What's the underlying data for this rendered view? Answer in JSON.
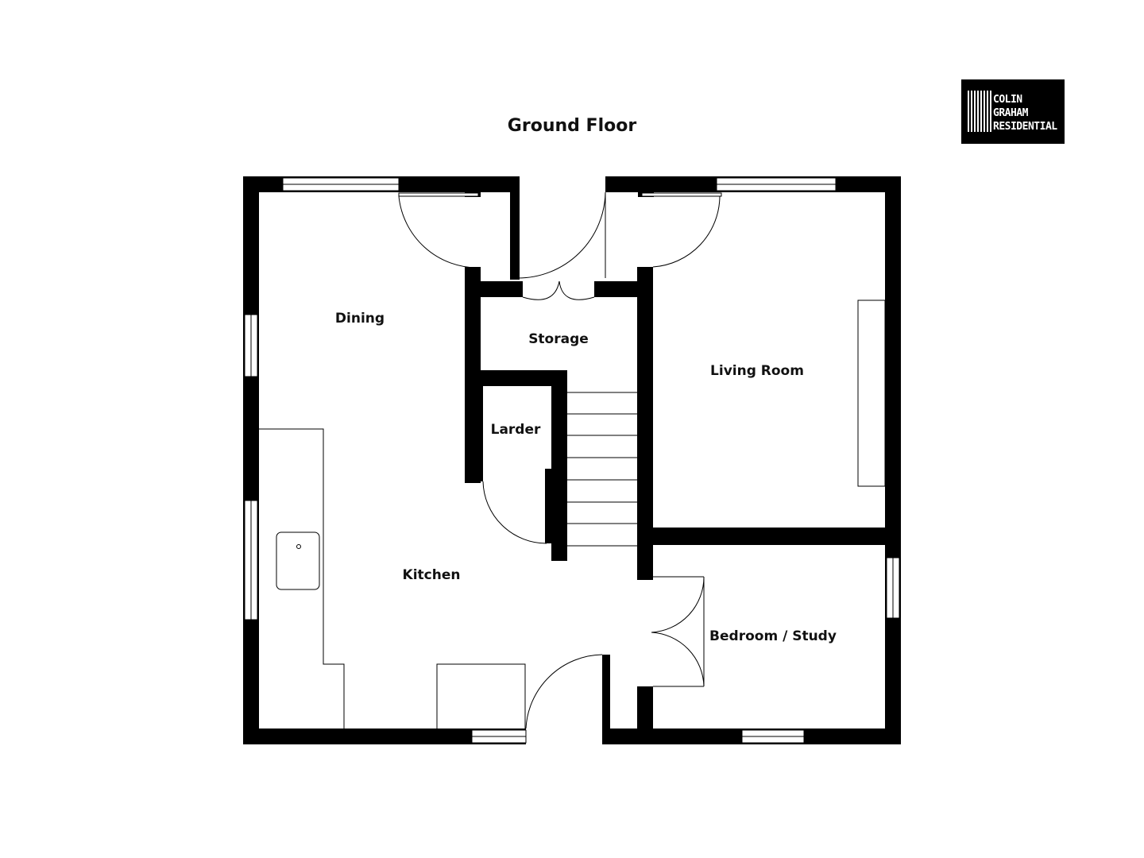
{
  "title": "Ground Floor",
  "logo": {
    "line1": "COLIN",
    "line2": "GRAHAM",
    "line3": "RESIDENTIAL"
  },
  "rooms": {
    "dining": "Dining",
    "storage": "Storage",
    "living_room": "Living Room",
    "larder": "Larder",
    "kitchen": "Kitchen",
    "bedroom_study": "Bedroom / Study"
  },
  "colors": {
    "wall": "#000000",
    "background": "#ffffff"
  }
}
